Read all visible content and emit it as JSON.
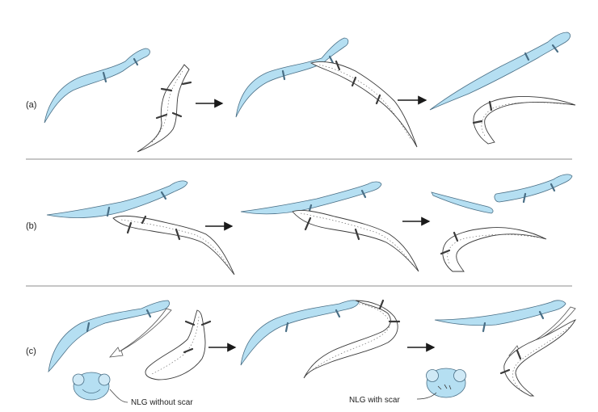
{
  "panels": {
    "a": {
      "label": "(a)"
    },
    "b": {
      "label": "(b)"
    },
    "c": {
      "label": "(c)",
      "caption_left": "NLG without scar",
      "caption_right": "NLG with scar"
    }
  },
  "colors": {
    "salamander_fill": "#b5dff2",
    "outline": "#3a3a3a"
  }
}
